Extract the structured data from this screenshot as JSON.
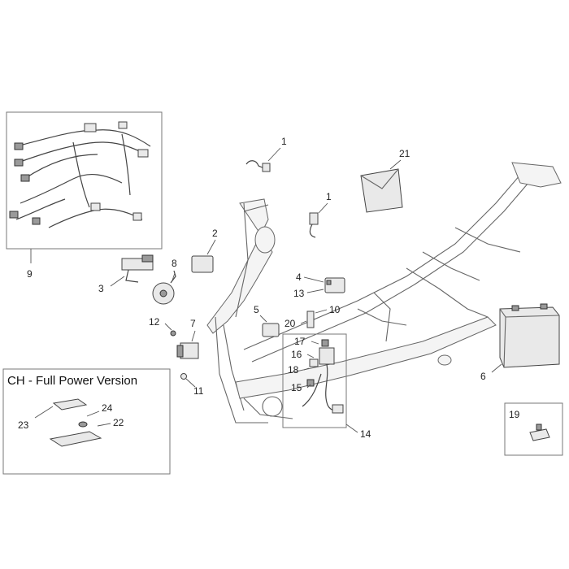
{
  "callouts": {
    "p1a": "1",
    "p1b": "1",
    "p2": "2",
    "p3": "3",
    "p4": "4",
    "p5": "5",
    "p6": "6",
    "p7": "7",
    "p8": "8",
    "p9": "9",
    "p10": "10",
    "p11": "11",
    "p12": "12",
    "p13": "13",
    "p14": "14",
    "p15": "15",
    "p16": "16",
    "p17": "17",
    "p18": "18",
    "p19": "19",
    "p20": "20",
    "p21": "21",
    "p22": "22",
    "p23": "23",
    "p24": "24"
  },
  "inset_box": {
    "title": "CH - Full Power Version"
  }
}
